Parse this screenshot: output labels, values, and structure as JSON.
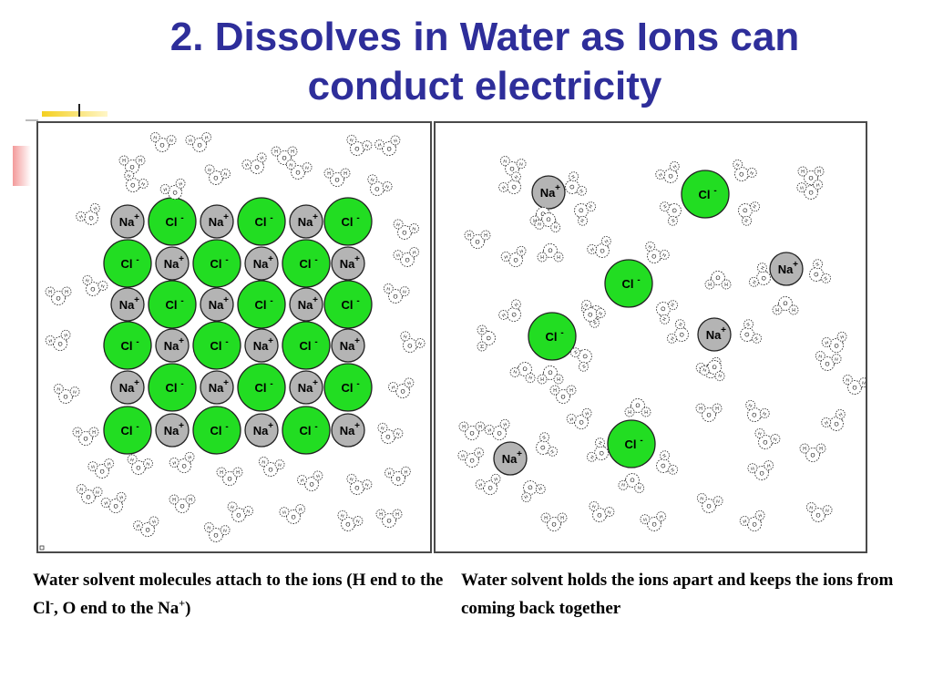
{
  "title": {
    "line1": "2. Dissolves in Water as Ions can",
    "line2": "conduct electricity"
  },
  "ions": {
    "sodium": "Na",
    "chloride": "Cl",
    "plus": "+",
    "minus": "-"
  },
  "water_labels": {
    "oxygen": "O",
    "hydrogen": "H"
  },
  "colors": {
    "title": "#2e2e9a",
    "chloride_fill": "#22dd22",
    "sodium_fill": "#b4b4b4"
  },
  "captions": {
    "left": {
      "part1": "Water solvent molecules attach to the ions (H end to the Cl",
      "cl_charge": "-",
      "part2": ", O end to the Na",
      "na_charge": "+",
      "part3": ")"
    },
    "right": "Water solvent holds the ions apart and keeps the ions from coming back together"
  }
}
